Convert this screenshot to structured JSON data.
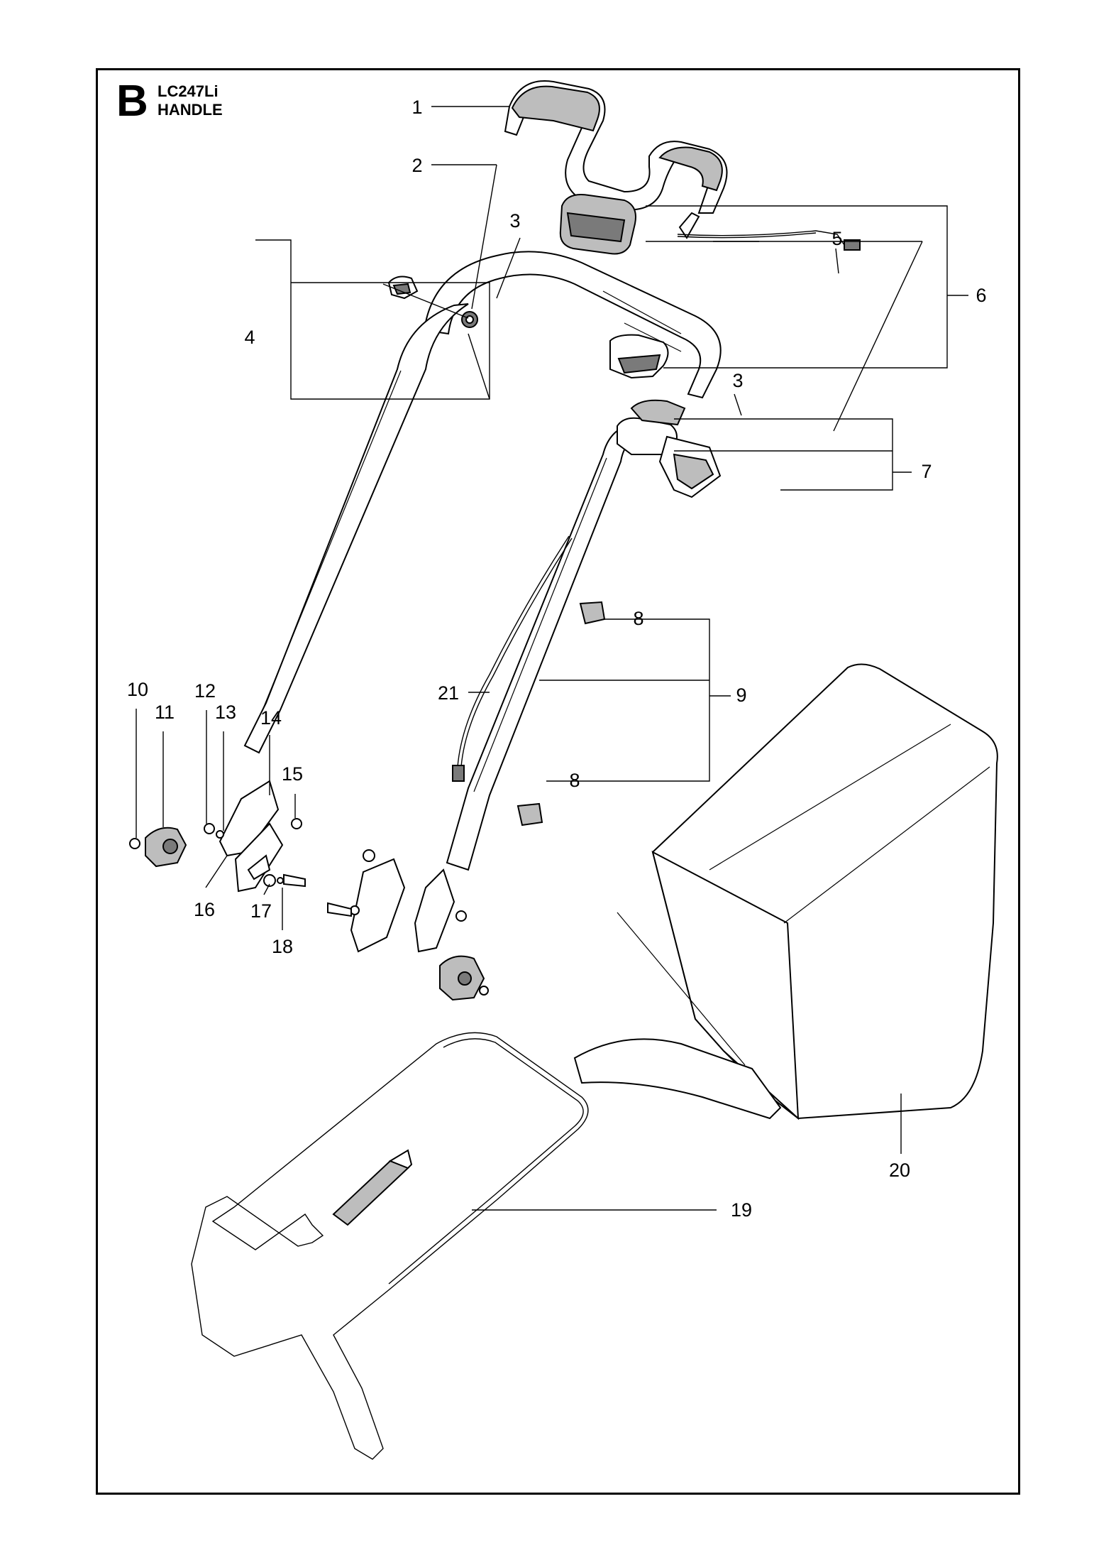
{
  "header": {
    "section_letter": "B",
    "model": "LC247Li",
    "assembly": "HANDLE"
  },
  "callouts": [
    "1",
    "2",
    "3",
    "3",
    "4",
    "5",
    "6",
    "7",
    "8",
    "8",
    "9",
    "10",
    "11",
    "12",
    "13",
    "14",
    "15",
    "16",
    "17",
    "18",
    "19",
    "20",
    "21"
  ]
}
